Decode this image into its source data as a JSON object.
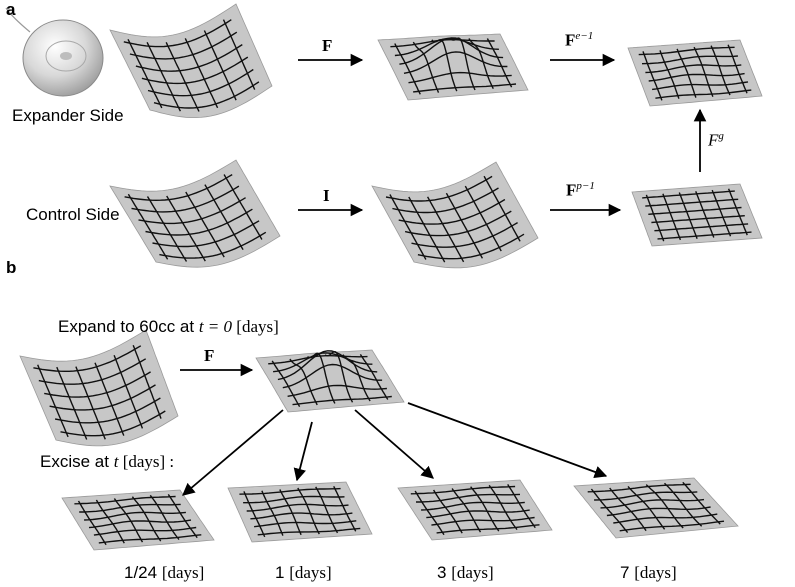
{
  "panel_a": {
    "label": "a",
    "expander_side": "Expander Side",
    "control_side": "Control Side",
    "arrow_F": "F",
    "arrow_Fe_base": "F",
    "arrow_Fe_sup": "e−1",
    "arrow_I": "I",
    "arrow_Fp_base": "F",
    "arrow_Fp_sup": "p−1",
    "arrow_Fg_base": "F",
    "arrow_Fg_sup": "g"
  },
  "panel_b": {
    "label": "b",
    "title_text": "Expand to 60cc at ",
    "title_math": "t = 0",
    "title_unit": " [days]",
    "arrow_F": "F",
    "excise_text": "Excise at ",
    "excise_math": "t",
    "excise_unit": " [days] :",
    "times": [
      {
        "value": "1/24",
        "unit": "[days]"
      },
      {
        "value": "1",
        "unit": "[days]"
      },
      {
        "value": "3",
        "unit": "[days]"
      },
      {
        "value": "7",
        "unit": "[days]"
      }
    ]
  },
  "colors": {
    "sheet": "#c7c7c7",
    "grid": "#111111",
    "arrow": "#000000",
    "expander": "#d9d9d9"
  }
}
